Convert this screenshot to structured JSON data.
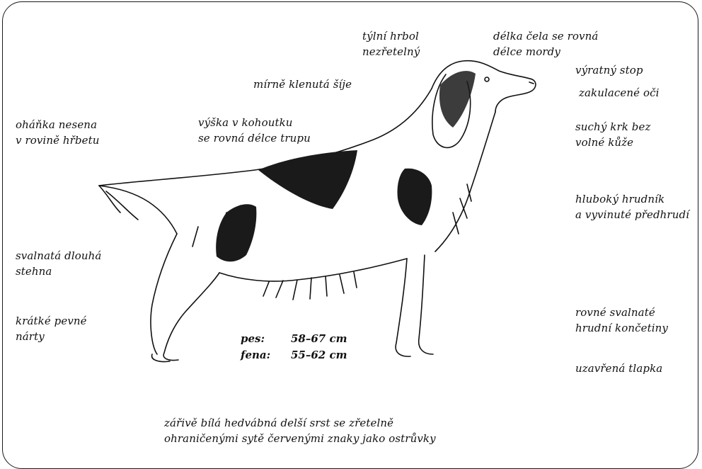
{
  "labels": {
    "tylni_hrbol": [
      "týlní hrbol",
      "nezřetelný"
    ],
    "delka_cela": [
      "délka čela se rovná",
      "délce mordy"
    ],
    "vyratny_stop": [
      "výratný stop"
    ],
    "zakulacene_oci": [
      "zakulacené oči"
    ],
    "klenuta_sije": [
      "mírně klenutá šíje"
    ],
    "ohanka": [
      "oháňka nesena",
      "v rovině hřbetu"
    ],
    "vyska": [
      "výška v kohoutku",
      "se rovná délce trupu"
    ],
    "krk": [
      "suchý krk bez",
      "volné kůže"
    ],
    "hrudnik": [
      "hluboký hrudník",
      "a vyvinuté předhrudí"
    ],
    "stehna": [
      "svalnatá dlouhá",
      "stehna"
    ],
    "narty": [
      "krátké pevné",
      "nárty"
    ],
    "koncetiny": [
      "rovné svalnaté",
      "hrudní končetiny"
    ],
    "tlapka": [
      "uzavřená tlapka"
    ],
    "srst": [
      "zářivě bílá hedvábná delší srst se zřetelně",
      "ohraničenými sytě červenými znaky jako ostrůvky"
    ]
  },
  "size": {
    "pes_label": "pes:",
    "pes_value": "58–67 cm",
    "fena_label": "fena:",
    "fena_value": "55–62 cm"
  },
  "colors": {
    "ink": "#111111",
    "background": "#ffffff"
  }
}
